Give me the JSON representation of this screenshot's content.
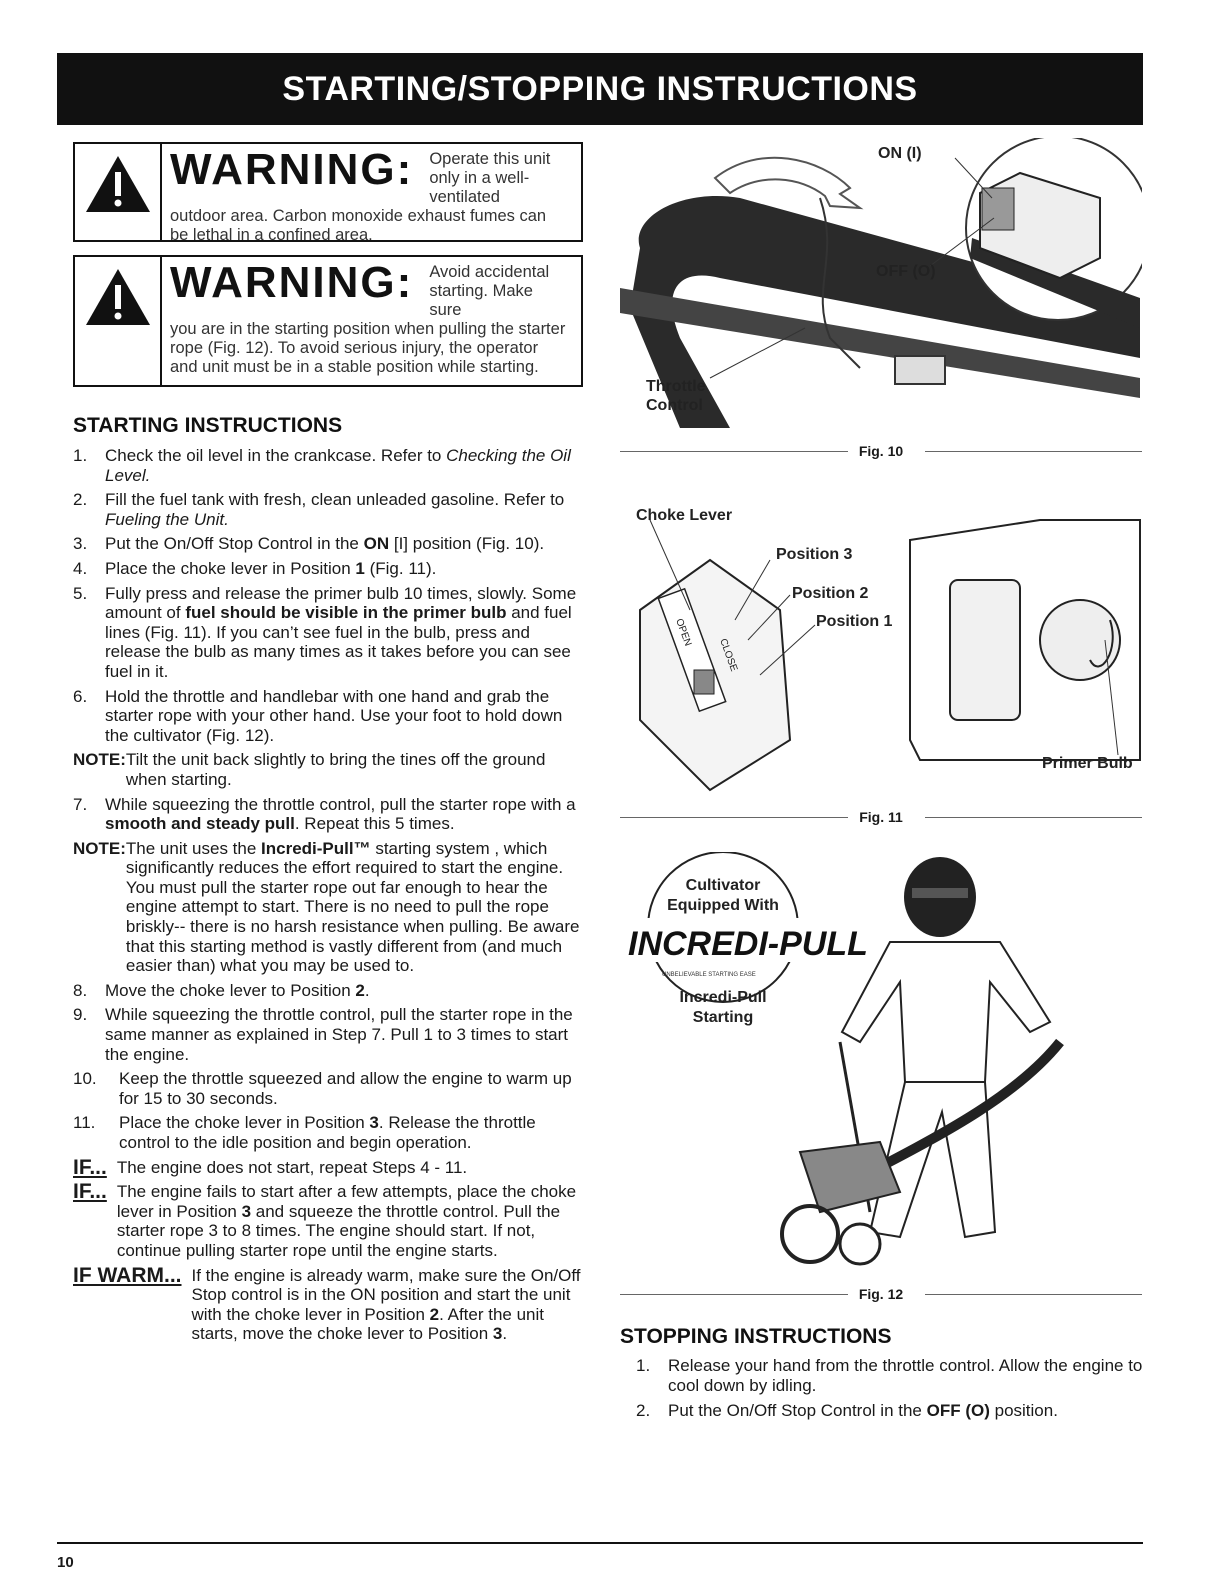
{
  "banner": "STARTING/STOPPING INSTRUCTIONS",
  "warnings": [
    {
      "word": "WARNING:",
      "inline": "Operate this unit only in a well- ventilated",
      "rest": "outdoor area. Carbon monoxide exhaust fumes can be lethal in a confined area."
    },
    {
      "word": "WARNING:",
      "inline": "Avoid accidental starting. Make sure",
      "rest": "you are in the starting position when pulling the starter rope (Fig. 12). To avoid serious injury, the operator and unit must be in a stable position while starting."
    }
  ],
  "starting_heading": "STARTING INSTRUCTIONS",
  "steps": [
    {
      "n": "1.",
      "a": "Check the oil level in the crankcase. Refer to ",
      "i": "Checking the Oil Level."
    },
    {
      "n": "2.",
      "a": "Fill the fuel tank with fresh, clean unleaded gasoline. Refer to ",
      "i": "Fueling the Unit."
    },
    {
      "n": "3.",
      "a": "Put the On/Off Stop Control in the ",
      "b": "ON",
      "c": " [I] position (Fig. 10)."
    },
    {
      "n": "4.",
      "a": "Place the choke lever in Position ",
      "b": "1",
      "c": " (Fig. 11)."
    },
    {
      "n": "5.",
      "a": "Fully press and release the primer bulb 10 times, slowly. Some amount of ",
      "b": "fuel should be visible in the primer bulb",
      "c": " and fuel lines (Fig. 11). If you can’t see fuel in the bulb, press and release the bulb as many times as it takes before you can see fuel in it."
    },
    {
      "n": "6.",
      "a": "Hold the throttle and handlebar with one hand and grab the starter rope with your other hand. Use your foot to hold down the cultivator (Fig. 12)."
    },
    {
      "label": "NOTE:",
      "a": " Tilt the unit back slightly to bring the tines off the ground when starting."
    },
    {
      "n": "7.",
      "a": "While squeezing the throttle control, pull the starter rope with a ",
      "b": "smooth and steady pull",
      "c": ". Repeat this 5 times."
    },
    {
      "label": "NOTE:",
      "a": " The unit uses the ",
      "b": "Incredi-Pull™",
      "c": " starting system , which significantly reduces the effort required to start the engine. You must pull the starter rope out far enough to hear the engine attempt to start. There is no need to pull the rope briskly-- there is no harsh resistance when pulling. Be aware that this starting method is vastly different from (and much easier than) what you may be used to."
    },
    {
      "n": "8.",
      "a": "Move the choke lever to Position ",
      "b": "2",
      "c": "."
    },
    {
      "n": "9.",
      "a": "While squeezing the throttle control, pull the starter rope in the same manner as explained in Step 7. Pull 1 to 3 times to start the engine."
    },
    {
      "n": "10.",
      "a": "Keep the throttle squeezed and allow the engine to warm up for 15 to 30 seconds."
    },
    {
      "n": "11.",
      "a": "Place the choke lever in Position ",
      "b": "3",
      "c": ". Release the throttle control to the idle position and begin operation."
    },
    {
      "iflabel": "IF...",
      "a": "The engine does not start, repeat Steps 4 - 11."
    },
    {
      "iflabel": "IF...",
      "a": "The engine fails to start after a few attempts, place the choke lever in Position ",
      "b": "3",
      "c": " and squeeze the throttle control. Pull the starter rope 3 to 8 times. The engine should start. If not, continue pulling starter rope until the engine starts."
    },
    {
      "iflabel": "IF WARM...",
      "a": "If the engine is already warm, make sure the On/Off Stop control is in the ON position and start the unit with the choke lever in Position ",
      "b": "2",
      "c": ". After the unit starts, move the choke lever to Position ",
      "d": "3",
      "e": "."
    }
  ],
  "fig10": {
    "caption": "Fig. 10",
    "on": "ON (I)",
    "off": "OFF (O)",
    "throttle1": "Throttle",
    "throttle2": "Control"
  },
  "fig11": {
    "caption": "Fig. 11",
    "choke": "Choke Lever",
    "p3": "Position 3",
    "p2": "Position 2",
    "p1": "Position 1",
    "primer": "Primer Bulb",
    "open": "OPEN",
    "close": "CLOSE"
  },
  "fig12": {
    "caption": "Fig. 12",
    "badge1": "Cultivator",
    "badge2": "Equipped With",
    "logo": "INCREDI-PULL",
    "tag": "UNBELIEVABLE STARTING EASE",
    "badge3": "Incredi-Pull",
    "badge4": "Starting"
  },
  "stopping_heading": "STOPPING INSTRUCTIONS",
  "stop_steps": [
    {
      "n": "1.",
      "a": "Release your hand from the throttle control. Allow the engine to cool down by idling."
    },
    {
      "n": "2.",
      "a": "Put the On/Off Stop Control in the ",
      "b": "OFF (O)",
      "c": " position."
    }
  ],
  "page_number": "10"
}
